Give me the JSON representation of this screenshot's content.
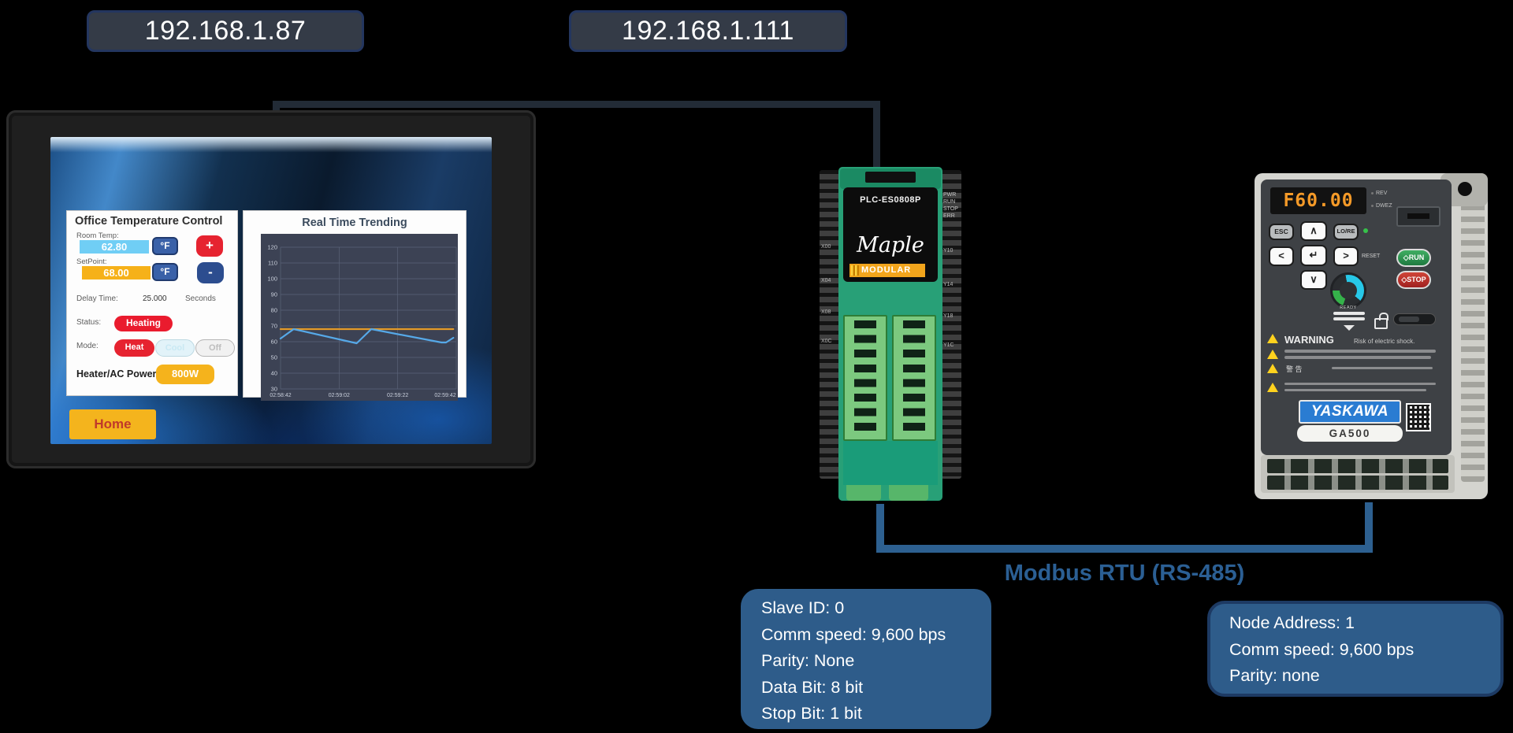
{
  "ip_labels": {
    "hmi": "192.168.1.87",
    "plc": "192.168.1.111"
  },
  "hmi": {
    "control": {
      "title": "Office Temperature Control",
      "room_temp_label": "Room Temp:",
      "room_temp_value": "62.80",
      "room_temp_unit": "°F",
      "increase_label": "+",
      "setpoint_label": "SetPoint:",
      "setpoint_value": "68.00",
      "setpoint_unit": "°F",
      "decrease_label": "-",
      "delay_label": "Delay Time:",
      "delay_value": "25.000",
      "delay_unit": "Seconds",
      "status_label": "Status:",
      "status_value": "Heating",
      "mode_label": "Mode:",
      "mode_heat": "Heat",
      "mode_cool": "Cool",
      "mode_off": "Off",
      "power_label": "Heater/AC Power:",
      "power_value": "800W",
      "home_button": "Home"
    },
    "trend": {
      "title": "Real Time Trending"
    }
  },
  "plc": {
    "model": "PLC-ES0808P",
    "brand": "Maple",
    "brand_line": "MODULAR",
    "leds": [
      "PWR",
      "RUN",
      "STOP",
      "ERR"
    ],
    "io_left": [
      "X00",
      "X04",
      "X08",
      "X0C"
    ],
    "io_right": [
      "Y10",
      "Y14",
      "Y18",
      "Y1C"
    ]
  },
  "drive": {
    "display": "F60.00",
    "ind_rev": "REV",
    "ind_dwez": "DWEZ",
    "btn_esc": "ESC",
    "btn_up": "∧",
    "btn_lore": "LO/RE",
    "btn_left": "<",
    "btn_enter": "↵",
    "btn_right": ">",
    "btn_down": "∨",
    "reset_label": "RESET",
    "btn_run": "◇RUN",
    "btn_stop": "◇STOP",
    "ready_label": "READY",
    "warning_title": "WARNING",
    "warning_text": "Risk of electric shock.",
    "warning_cjk": "警 告",
    "brand": "YASKAWA",
    "model": "GA500"
  },
  "modbus": {
    "label": "Modbus RTU (RS-485)"
  },
  "serial_plc": {
    "lines": [
      "Slave ID: 0",
      "Comm speed: 9,600 bps",
      "Parity: None",
      "Data Bit: 8 bit",
      "Stop Bit: 1 bit"
    ]
  },
  "serial_drive": {
    "lines": [
      "Node Address: 1",
      "Comm speed: 9,600 bps",
      "Parity: none"
    ]
  },
  "colors": {
    "ethernet_line": "#222B36",
    "serial_line": "#2D6090",
    "modbus_label": "#2B5F94",
    "info_box_fill": "#2E5C8A",
    "ip_box_fill": "#343B47",
    "ip_box_border": "#24365F",
    "setpoint_line": "#E39A28",
    "room_temp_line": "#56A9E8"
  },
  "chart_data": {
    "type": "line",
    "title": "Real Time Trending",
    "x_ticks": [
      "02:58:42",
      "02:59:02",
      "02:59:22",
      "02:59:42"
    ],
    "x_tick_pos": [
      0,
      20,
      40,
      60
    ],
    "x_range": [
      0,
      60
    ],
    "ylim": [
      30,
      120
    ],
    "y_ticks": [
      30,
      40,
      50,
      60,
      70,
      80,
      90,
      100,
      110,
      120
    ],
    "grid": true,
    "legend": "none",
    "series": [
      {
        "name": "SetPoint",
        "color": "#E39A28",
        "points": [
          [
            0,
            68
          ],
          [
            59,
            68
          ]
        ]
      },
      {
        "name": "Room Temp",
        "color": "#56A9E8",
        "points": [
          [
            0,
            62
          ],
          [
            4.5,
            68
          ],
          [
            26,
            59
          ],
          [
            31,
            68
          ],
          [
            55,
            59.5
          ],
          [
            56.5,
            59.5
          ],
          [
            59,
            62.5
          ]
        ]
      }
    ]
  }
}
